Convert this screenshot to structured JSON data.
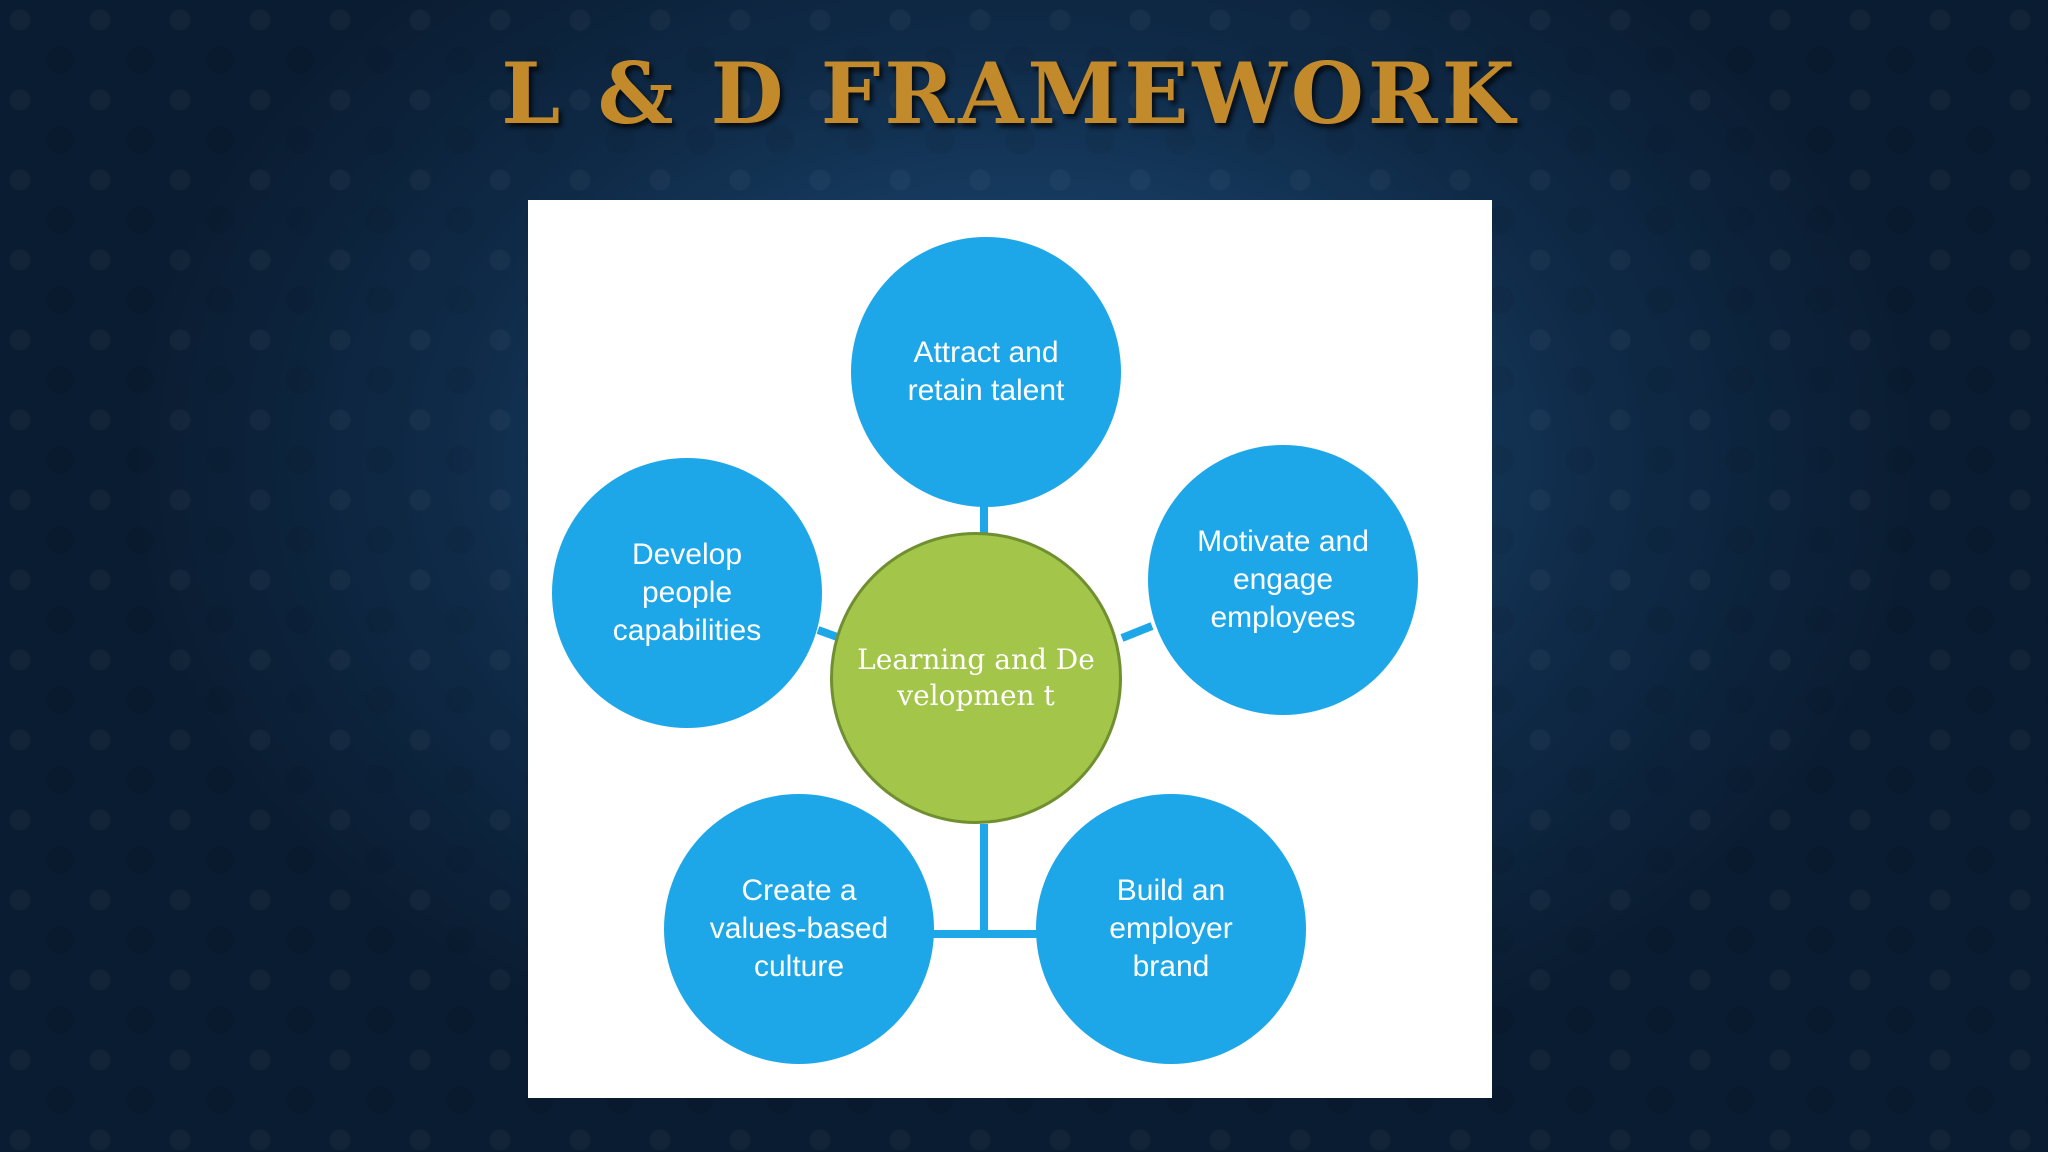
{
  "slide": {
    "title": "L & D FRAMEWORK"
  },
  "diagram": {
    "center": {
      "label": "Learning and Developmen t",
      "color": "#a2c54a"
    },
    "nodes": [
      {
        "id": "top",
        "label": "Attract and retain talent"
      },
      {
        "id": "left",
        "label": "Develop people capabilities"
      },
      {
        "id": "right",
        "label": "Motivate and engage employees"
      },
      {
        "id": "bottom-left",
        "label": "Create a values-based culture"
      },
      {
        "id": "bottom-right",
        "label": "Build an employer brand"
      }
    ],
    "node_color": "#1ea7e8"
  }
}
